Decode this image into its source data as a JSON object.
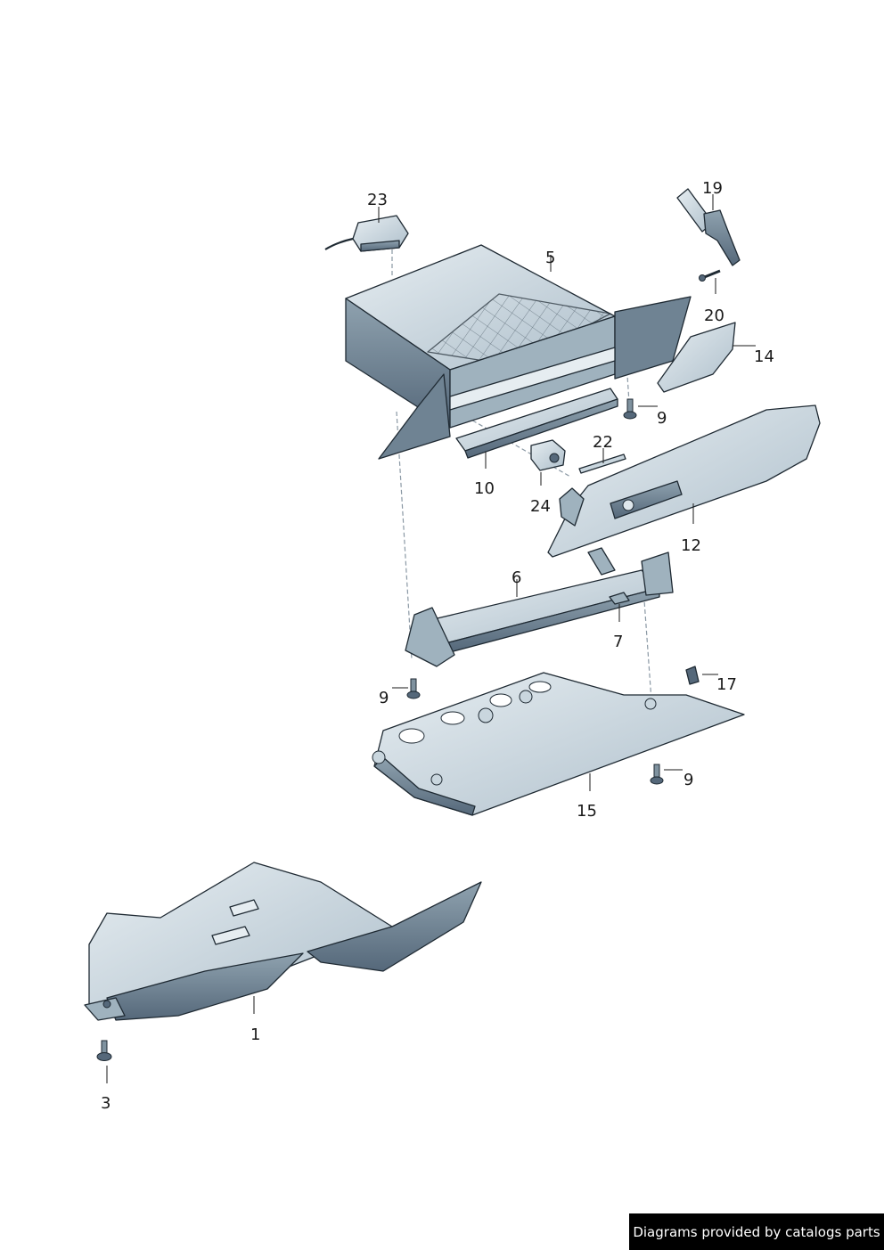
{
  "callouts": [
    {
      "id": "1",
      "label": "1"
    },
    {
      "id": "3",
      "label": "3"
    },
    {
      "id": "5",
      "label": "5"
    },
    {
      "id": "6",
      "label": "6"
    },
    {
      "id": "7",
      "label": "7"
    },
    {
      "id": "9a",
      "label": "9"
    },
    {
      "id": "9b",
      "label": "9"
    },
    {
      "id": "9c",
      "label": "9"
    },
    {
      "id": "10",
      "label": "10"
    },
    {
      "id": "12",
      "label": "12"
    },
    {
      "id": "14",
      "label": "14"
    },
    {
      "id": "15",
      "label": "15"
    },
    {
      "id": "17",
      "label": "17"
    },
    {
      "id": "19",
      "label": "19"
    },
    {
      "id": "20",
      "label": "20"
    },
    {
      "id": "22",
      "label": "22"
    },
    {
      "id": "23",
      "label": "23"
    },
    {
      "id": "24",
      "label": "24"
    }
  ],
  "colors": {
    "part_fill": "#c9d6de",
    "part_light": "#e6edf1",
    "part_dark": "#7f929f",
    "part_darker": "#55687a",
    "stroke": "#1f2a33"
  },
  "footer": {
    "text": "Diagrams provided by catalogs parts"
  }
}
